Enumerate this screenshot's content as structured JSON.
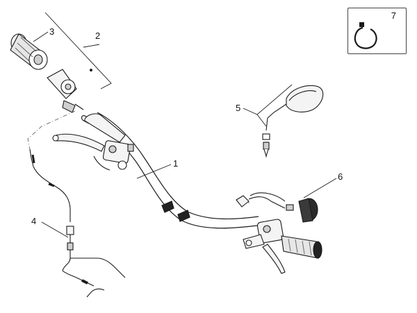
{
  "diagram": {
    "callouts": [
      {
        "id": "1",
        "text": "1"
      },
      {
        "id": "2",
        "text": "2"
      },
      {
        "id": "3",
        "text": "3"
      },
      {
        "id": "4",
        "text": "4"
      },
      {
        "id": "5",
        "text": "5"
      },
      {
        "id": "6",
        "text": "6"
      },
      {
        "id": "7",
        "text": "7"
      }
    ]
  },
  "colors": {
    "line": "#1a1a1a",
    "part_fill": "#f4f4f4",
    "shade": "#cfcfcf",
    "dark": "#222222"
  }
}
